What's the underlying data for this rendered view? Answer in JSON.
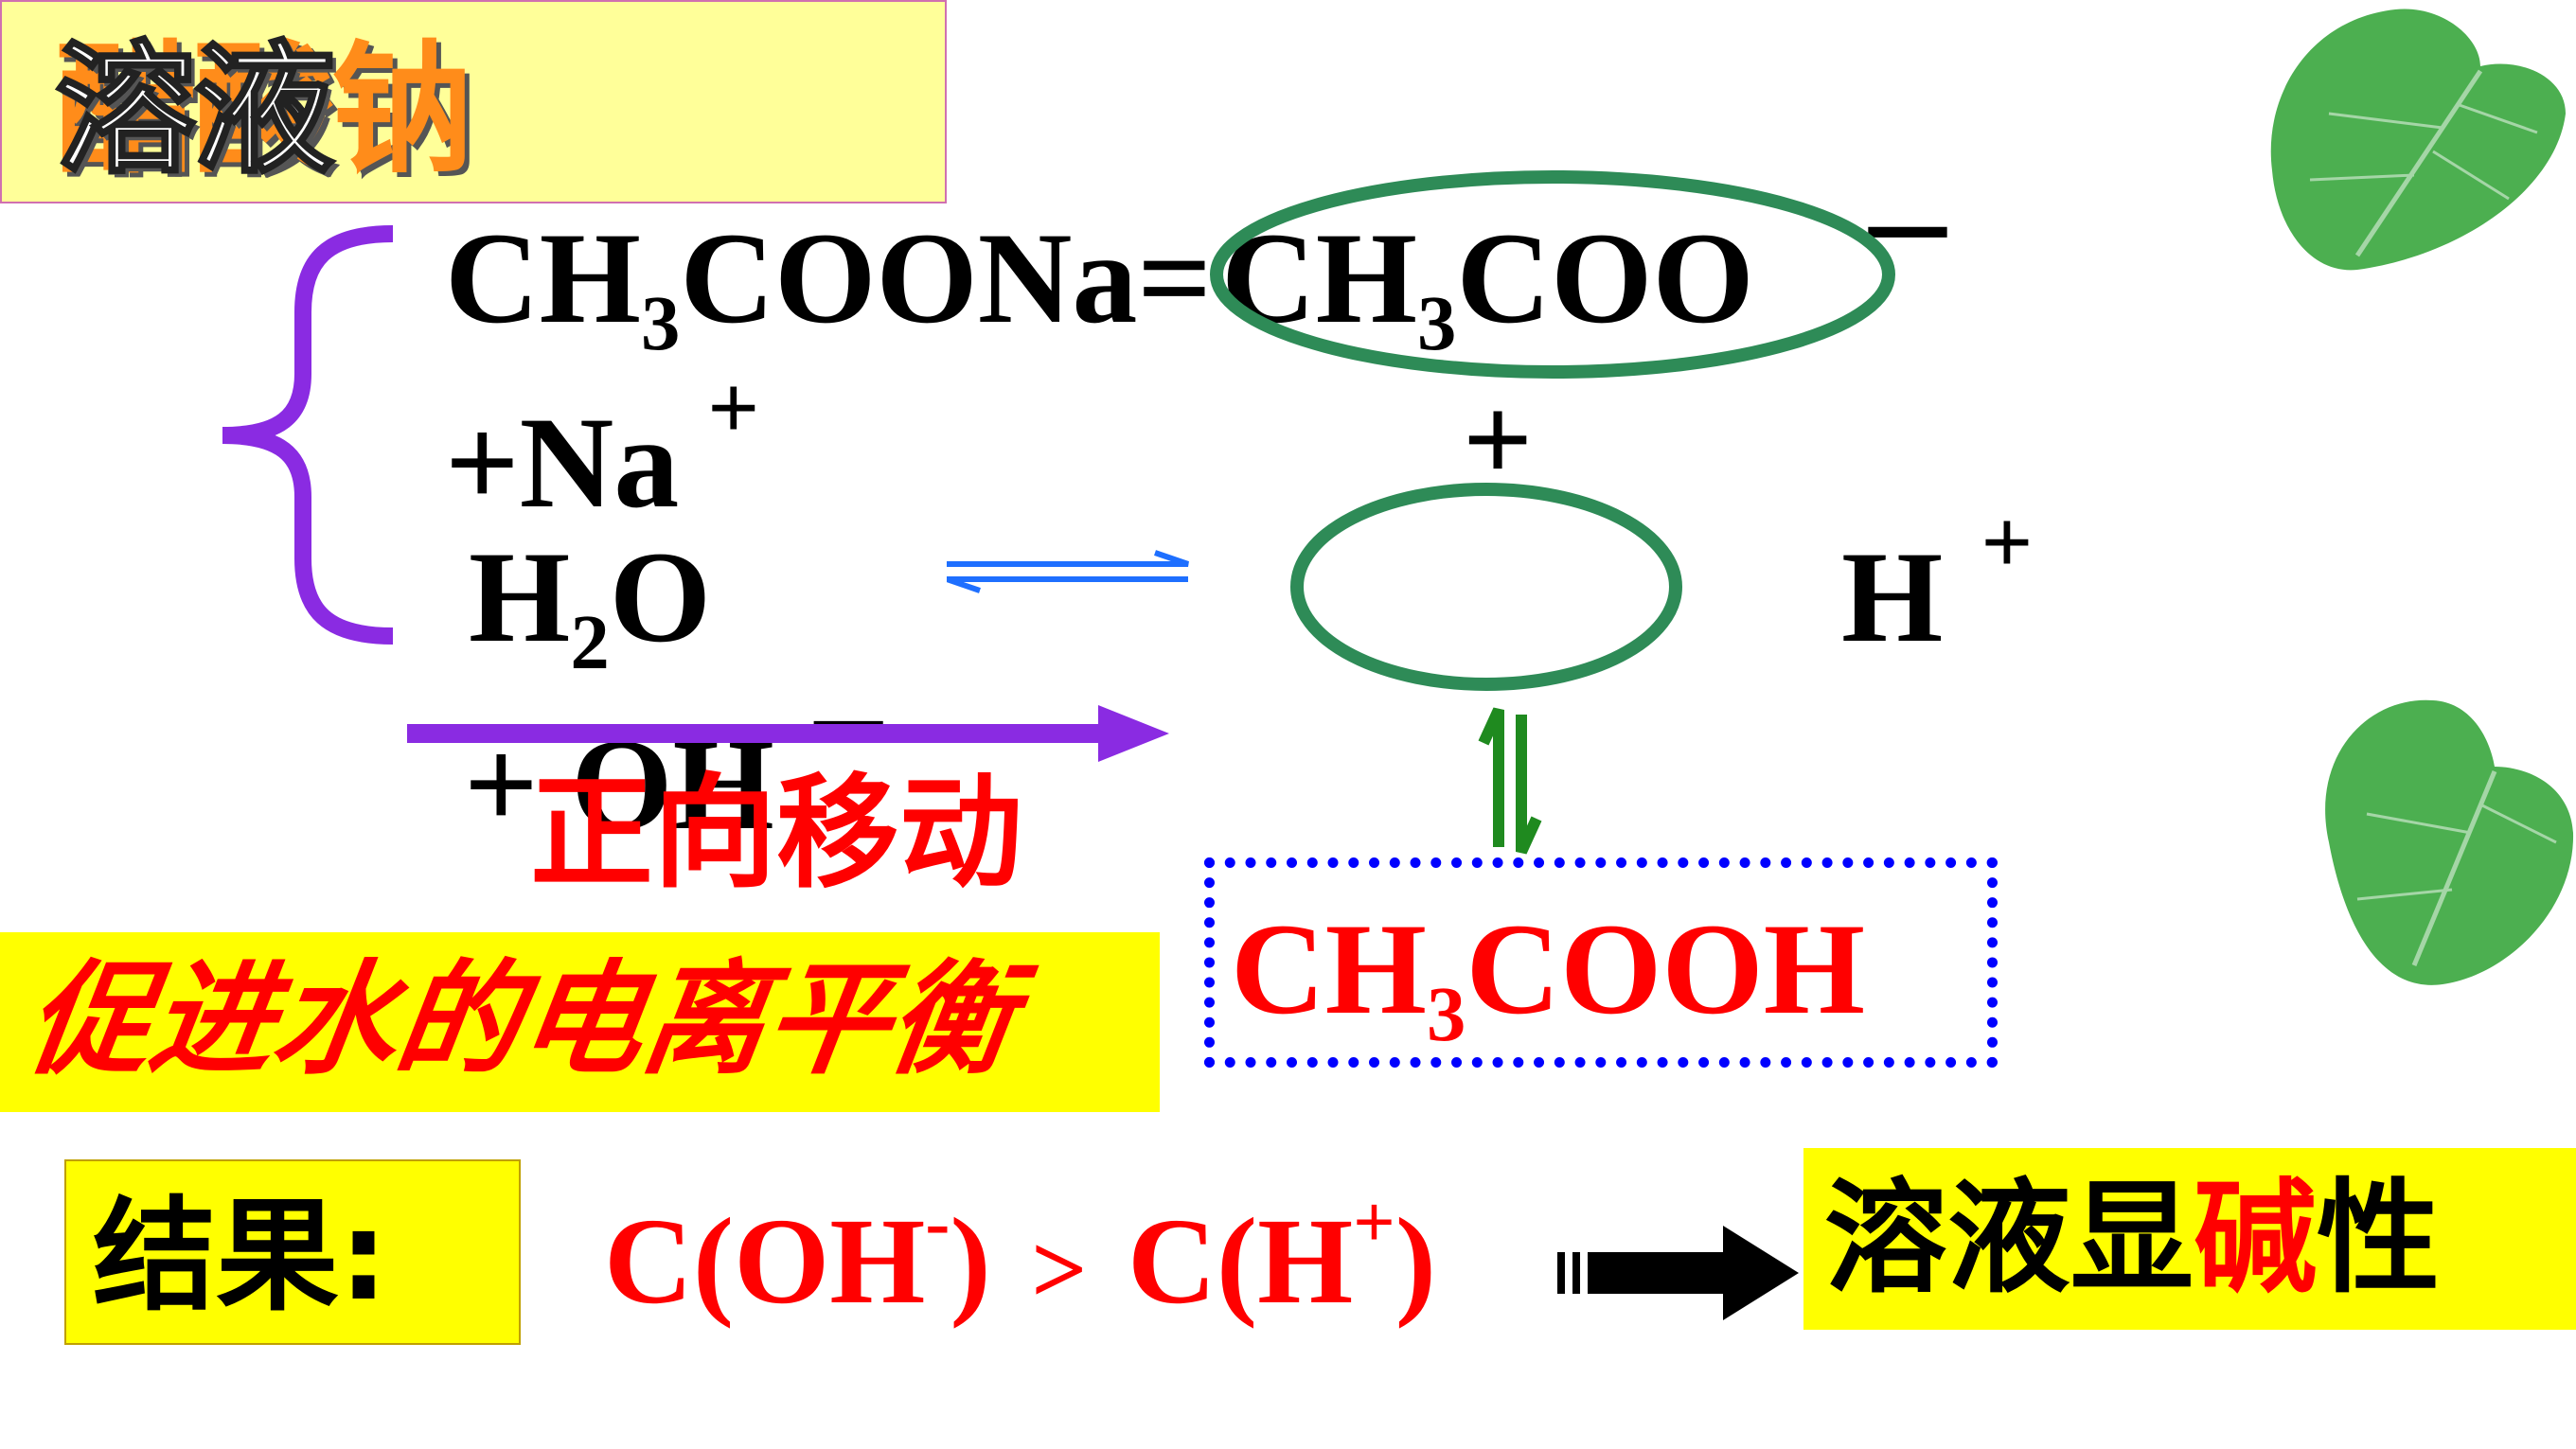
{
  "slide": {
    "title_part1": "醋酸钠",
    "title_part2": "溶液",
    "reaction1": {
      "reactant": "CH",
      "reactant_sub": "3",
      "reactant_tail": "COONa",
      "equals": "=",
      "anion": "CH",
      "anion_sub": "3",
      "anion_tail": "COO",
      "anion_charge": "－",
      "cation": "+Na",
      "cation_charge": "+"
    },
    "reaction2": {
      "water": "H",
      "water_sub": "2",
      "water_tail": "O",
      "plus": "+",
      "proton": "H",
      "proton_charge": "+",
      "hydroxide": "+ OH",
      "hydroxide_charge": "－"
    },
    "shift_label": "正向移动",
    "promote_label": "促进水的电离平衡",
    "acid": {
      "main": "CH",
      "sub": "3",
      "tail": "COOH"
    },
    "result": {
      "label": "结果:",
      "lhs": "C(OH",
      "lhs_charge": "-",
      "lhs_close": ")",
      "compare": ">",
      "rhs": "C(H",
      "rhs_charge": "+",
      "rhs_close": ")",
      "conclusion_a": "溶液显",
      "conclusion_b": "碱",
      "conclusion_c": "性"
    },
    "colors": {
      "title_bg": "#ffff99",
      "highlight": "#ffff00",
      "red": "#ff0000",
      "green": "#2e8b57",
      "purple": "#8a2be2",
      "blue": "#0000ff"
    },
    "icons": [
      "brace-icon",
      "equilibrium-arrow-icon",
      "right-arrow-icon",
      "vertical-equilibrium-icon",
      "result-arrow-icon",
      "leaf-icon"
    ]
  }
}
